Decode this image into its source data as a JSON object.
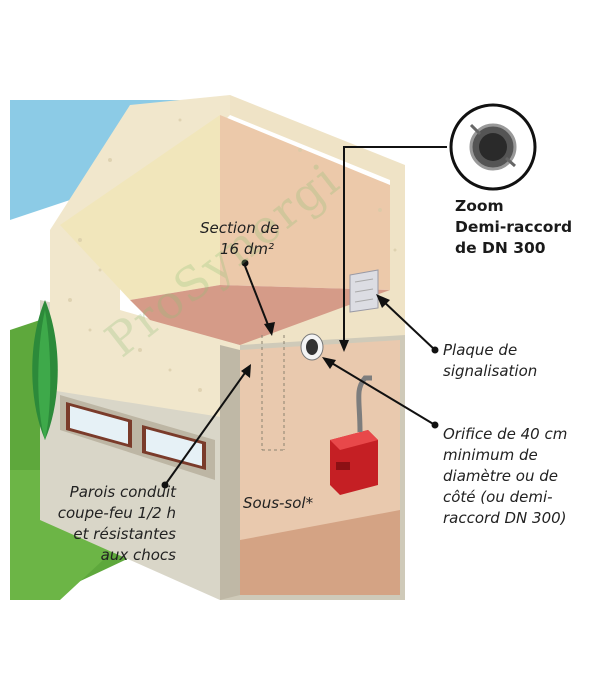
{
  "watermark": "ProSynergi",
  "zoom_title": [
    "Zoom",
    "Demi-raccord",
    "de DN 300"
  ],
  "section_label": [
    "Section de",
    "16 dm²"
  ],
  "plaque_label": [
    "Plaque de",
    "signalisation"
  ],
  "orifice_label": [
    "Orifice de 40 cm",
    "minimum de",
    "diamètre ou de",
    "côté (ou demi-",
    "raccord DN 300)"
  ],
  "parois_label": [
    "Parois conduit",
    "coupe-feu 1/2 h",
    "et résistantes",
    "aux chocs"
  ],
  "soussol_label": "Sous-sol*",
  "colors": {
    "sky": "#8ccbe6",
    "grass": "#5aa33a",
    "wall": "#f3ead2",
    "interior": "#e9c3a4",
    "floor": "#d9a188",
    "boiler": "#d8262b"
  }
}
